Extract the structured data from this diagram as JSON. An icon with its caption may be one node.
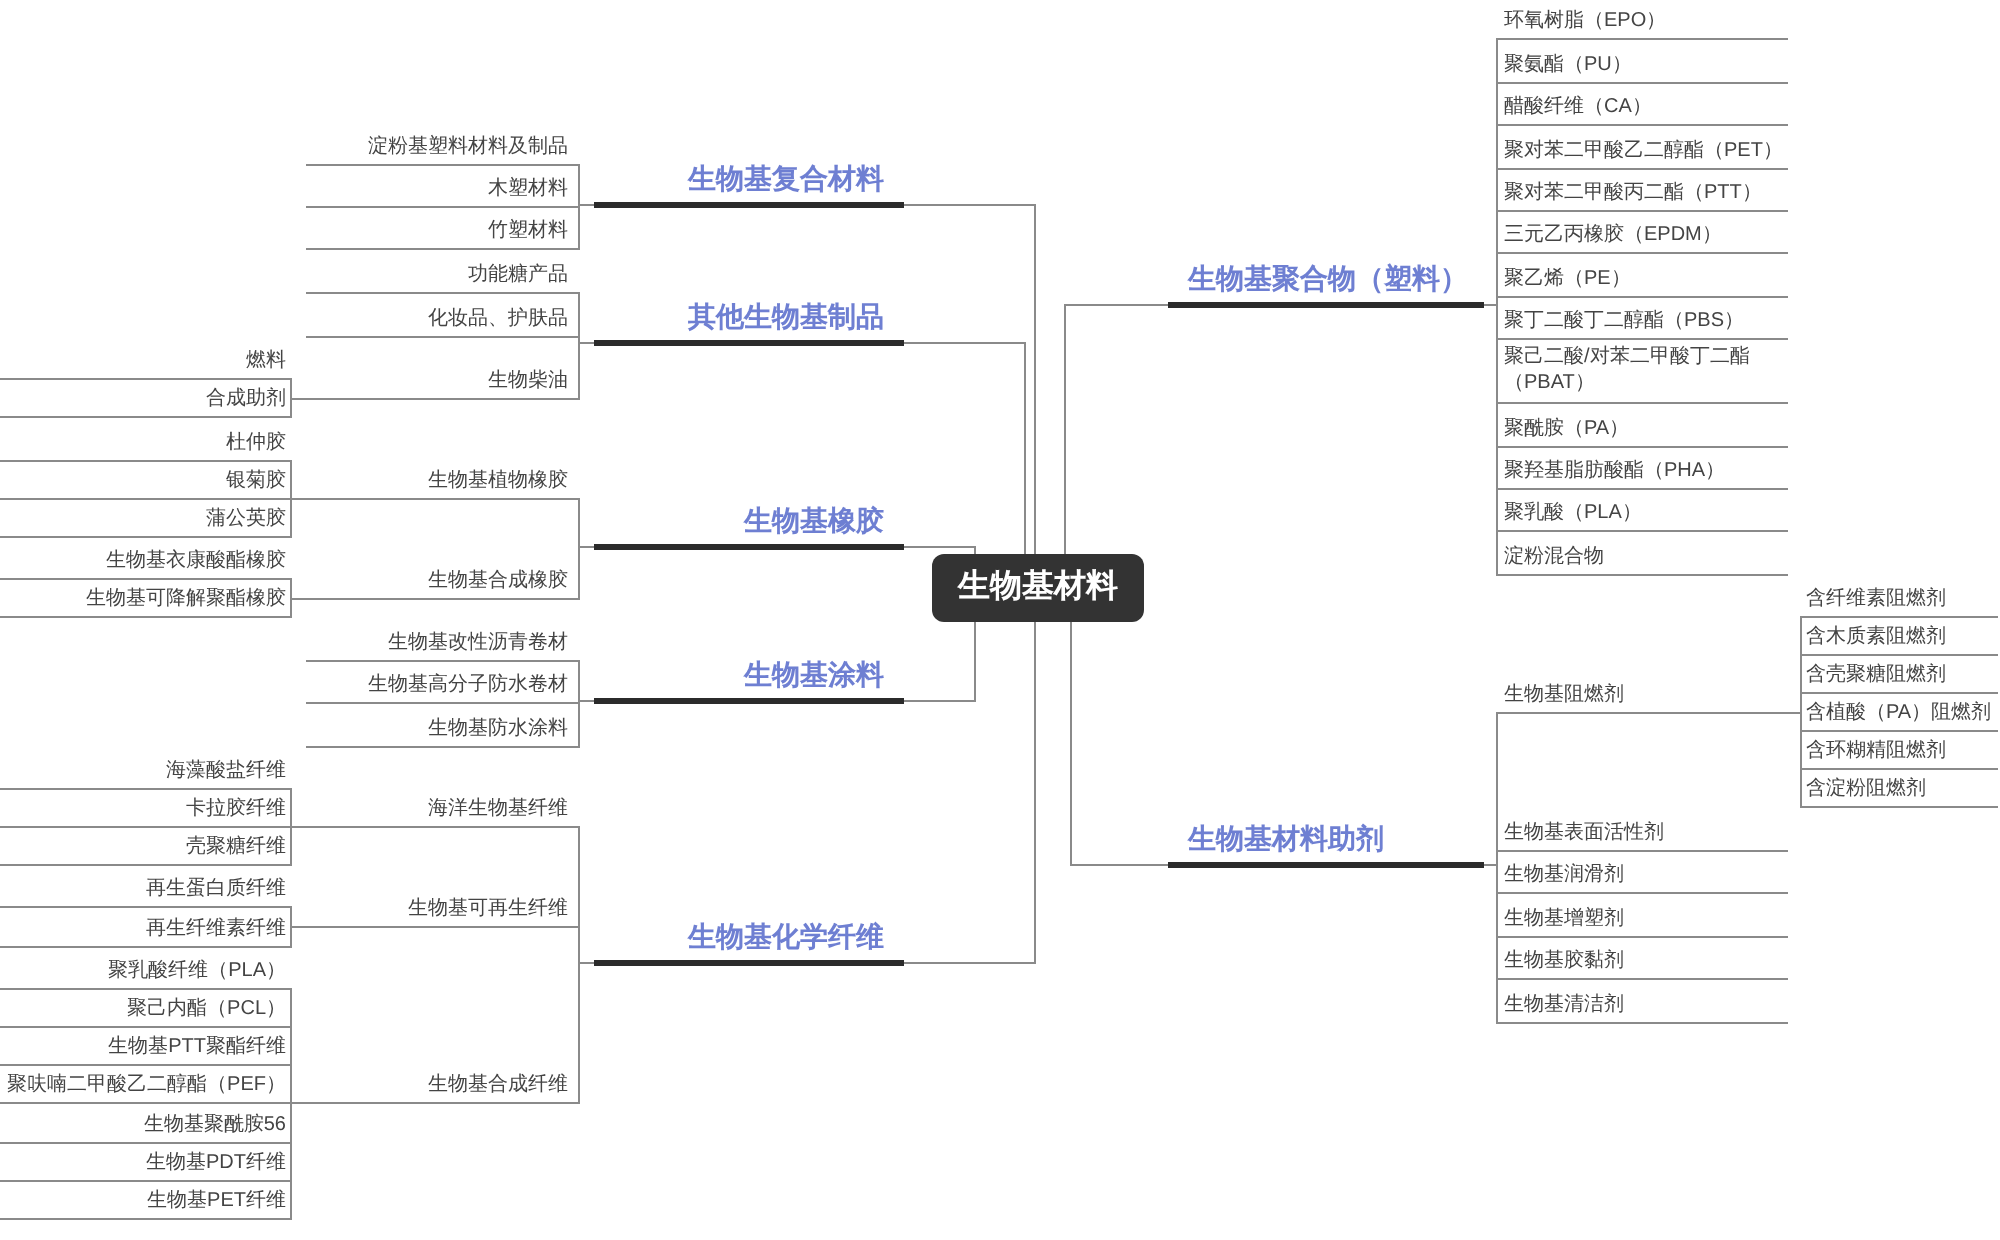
{
  "diagram": {
    "nodes": [
      {
        "text": [
          "生物基材料"
        ]
      },
      {
        "text": [
          "生物基复合材料"
        ]
      },
      {
        "text": [
          "淀粉基塑料材料及制品"
        ]
      },
      {
        "text": [
          "木塑材料"
        ]
      },
      {
        "text": [
          "竹塑材料"
        ]
      },
      {
        "text": [
          "其他生物基制品"
        ]
      },
      {
        "text": [
          "功能糖产品"
        ]
      },
      {
        "text": [
          "化妆品、护肤品"
        ]
      },
      {
        "text": [
          "生物柴油"
        ]
      },
      {
        "text": [
          "燃料"
        ]
      },
      {
        "text": [
          "合成助剂"
        ]
      },
      {
        "text": [
          "生物基橡胶"
        ]
      },
      {
        "text": [
          "生物基植物橡胶"
        ]
      },
      {
        "text": [
          "杜仲胶"
        ]
      },
      {
        "text": [
          "银菊胶"
        ]
      },
      {
        "text": [
          "蒲公英胶"
        ]
      },
      {
        "text": [
          "生物基合成橡胶"
        ]
      },
      {
        "text": [
          "生物基衣康酸酯橡胶"
        ]
      },
      {
        "text": [
          "生物基可降解聚酯橡胶"
        ]
      },
      {
        "text": [
          "生物基涂料"
        ]
      },
      {
        "text": [
          "生物基改性沥青卷材"
        ]
      },
      {
        "text": [
          "生物基高分子防水卷材"
        ]
      },
      {
        "text": [
          "生物基防水涂料"
        ]
      },
      {
        "text": [
          "生物基化学纤维"
        ]
      },
      {
        "text": [
          "海洋生物基纤维"
        ]
      },
      {
        "text": [
          "海藻酸盐纤维"
        ]
      },
      {
        "text": [
          "卡拉胶纤维"
        ]
      },
      {
        "text": [
          "壳聚糖纤维"
        ]
      },
      {
        "text": [
          "生物基可再生纤维"
        ]
      },
      {
        "text": [
          "再生蛋白质纤维"
        ]
      },
      {
        "text": [
          "再生纤维素纤维"
        ]
      },
      {
        "text": [
          "生物基合成纤维"
        ]
      },
      {
        "text": [
          "聚乳酸纤维（PLA）"
        ]
      },
      {
        "text": [
          "聚己内酯（PCL）"
        ]
      },
      {
        "text": [
          "生物基PTT聚酯纤维"
        ]
      },
      {
        "text": [
          "聚呋喃二甲酸乙二醇酯（PEF）"
        ]
      },
      {
        "text": [
          "生物基聚酰胺56"
        ]
      },
      {
        "text": [
          "生物基PDT纤维"
        ]
      },
      {
        "text": [
          "生物基PET纤维"
        ]
      },
      {
        "text": [
          "生物基聚合物（塑料）"
        ]
      },
      {
        "text": [
          "环氧树脂（EPO）"
        ]
      },
      {
        "text": [
          "聚氨酯（PU）"
        ]
      },
      {
        "text": [
          "醋酸纤维（CA）"
        ]
      },
      {
        "text": [
          "聚对苯二甲酸乙二醇酯（PET）"
        ]
      },
      {
        "text": [
          "聚对苯二甲酸丙二酯（PTT）"
        ]
      },
      {
        "text": [
          "三元乙丙橡胶（EPDM）"
        ]
      },
      {
        "text": [
          "聚乙烯（PE）"
        ]
      },
      {
        "text": [
          "聚丁二酸丁二醇酯（PBS）"
        ]
      },
      {
        "text": [
          "聚己二酸/对苯二甲酸丁二酯（PBAT）"
        ]
      },
      {
        "text": [
          "聚酰胺（PA）"
        ]
      },
      {
        "text": [
          "聚羟基脂肪酸酯（PHA）"
        ]
      },
      {
        "text": [
          "聚乳酸（PLA）"
        ]
      },
      {
        "text": [
          "淀粉混合物"
        ]
      },
      {
        "text": [
          "生物基材料助剂"
        ]
      },
      {
        "text": [
          "生物基阻燃剂"
        ]
      },
      {
        "text": [
          "含纤维素阻燃剂"
        ]
      },
      {
        "text": [
          "含木质素阻燃剂"
        ]
      },
      {
        "text": [
          "含壳聚糖阻燃剂"
        ]
      },
      {
        "text": [
          "含植酸（PA）阻燃剂"
        ]
      },
      {
        "text": [
          "含环糊精阻燃剂"
        ]
      },
      {
        "text": [
          "含淀粉阻燃剂"
        ]
      },
      {
        "text": [
          "生物基表面活性剂"
        ]
      },
      {
        "text": [
          "生物基润滑剂"
        ]
      },
      {
        "text": [
          "生物基增塑剂"
        ]
      },
      {
        "text": [
          "生物基胶黏剂"
        ]
      },
      {
        "text": [
          "生物基清洁剂"
        ]
      }
    ],
    "edges": [
      {
        "from": 0,
        "to": 1,
        "arrow": "none"
      },
      {
        "from": 1,
        "to": 2,
        "arrow": "none"
      },
      {
        "from": 1,
        "to": 3,
        "arrow": "none"
      },
      {
        "from": 1,
        "to": 4,
        "arrow": "none"
      },
      {
        "from": 0,
        "to": 5,
        "arrow": "none"
      },
      {
        "from": 5,
        "to": 6,
        "arrow": "none"
      },
      {
        "from": 5,
        "to": 7,
        "arrow": "none"
      },
      {
        "from": 5,
        "to": 8,
        "arrow": "none"
      },
      {
        "from": 8,
        "to": 9,
        "arrow": "none"
      },
      {
        "from": 8,
        "to": 10,
        "arrow": "none"
      },
      {
        "from": 0,
        "to": 11,
        "arrow": "none"
      },
      {
        "from": 11,
        "to": 12,
        "arrow": "none"
      },
      {
        "from": 12,
        "to": 13,
        "arrow": "none"
      },
      {
        "from": 12,
        "to": 14,
        "arrow": "none"
      },
      {
        "from": 12,
        "to": 15,
        "arrow": "none"
      },
      {
        "from": 11,
        "to": 16,
        "arrow": "none"
      },
      {
        "from": 16,
        "to": 17,
        "arrow": "none"
      },
      {
        "from": 16,
        "to": 18,
        "arrow": "none"
      },
      {
        "from": 0,
        "to": 19,
        "arrow": "none"
      },
      {
        "from": 19,
        "to": 20,
        "arrow": "none"
      },
      {
        "from": 19,
        "to": 21,
        "arrow": "none"
      },
      {
        "from": 19,
        "to": 22,
        "arrow": "none"
      },
      {
        "from": 0,
        "to": 23,
        "arrow": "none"
      },
      {
        "from": 23,
        "to": 24,
        "arrow": "none"
      },
      {
        "from": 24,
        "to": 25,
        "arrow": "none"
      },
      {
        "from": 24,
        "to": 26,
        "arrow": "none"
      },
      {
        "from": 24,
        "to": 27,
        "arrow": "none"
      },
      {
        "from": 23,
        "to": 28,
        "arrow": "none"
      },
      {
        "from": 28,
        "to": 29,
        "arrow": "none"
      },
      {
        "from": 28,
        "to": 30,
        "arrow": "none"
      },
      {
        "from": 23,
        "to": 31,
        "arrow": "none"
      },
      {
        "from": 31,
        "to": 32,
        "arrow": "none"
      },
      {
        "from": 31,
        "to": 33,
        "arrow": "none"
      },
      {
        "from": 31,
        "to": 34,
        "arrow": "none"
      },
      {
        "from": 31,
        "to": 35,
        "arrow": "none"
      },
      {
        "from": 31,
        "to": 36,
        "arrow": "none"
      },
      {
        "from": 31,
        "to": 37,
        "arrow": "none"
      },
      {
        "from": 31,
        "to": 38,
        "arrow": "none"
      },
      {
        "from": 0,
        "to": 39,
        "arrow": "none"
      },
      {
        "from": 39,
        "to": 40,
        "arrow": "none"
      },
      {
        "from": 39,
        "to": 41,
        "arrow": "none"
      },
      {
        "from": 39,
        "to": 42,
        "arrow": "none"
      },
      {
        "from": 39,
        "to": 43,
        "arrow": "none"
      },
      {
        "from": 39,
        "to": 44,
        "arrow": "none"
      },
      {
        "from": 39,
        "to": 45,
        "arrow": "none"
      },
      {
        "from": 39,
        "to": 46,
        "arrow": "none"
      },
      {
        "from": 39,
        "to": 47,
        "arrow": "none"
      },
      {
        "from": 39,
        "to": 48,
        "arrow": "none"
      },
      {
        "from": 39,
        "to": 49,
        "arrow": "none"
      },
      {
        "from": 39,
        "to": 50,
        "arrow": "none"
      },
      {
        "from": 39,
        "to": 51,
        "arrow": "none"
      },
      {
        "from": 39,
        "to": 52,
        "arrow": "none"
      },
      {
        "from": 0,
        "to": 53,
        "arrow": "none"
      },
      {
        "from": 53,
        "to": 54,
        "arrow": "none"
      },
      {
        "from": 54,
        "to": 55,
        "arrow": "none"
      },
      {
        "from": 54,
        "to": 56,
        "arrow": "none"
      },
      {
        "from": 54,
        "to": 57,
        "arrow": "none"
      },
      {
        "from": 54,
        "to": 58,
        "arrow": "none"
      },
      {
        "from": 54,
        "to": 59,
        "arrow": "none"
      },
      {
        "from": 54,
        "to": 60,
        "arrow": "none"
      },
      {
        "from": 53,
        "to": 61,
        "arrow": "none"
      },
      {
        "from": 53,
        "to": 62,
        "arrow": "none"
      },
      {
        "from": 53,
        "to": 63,
        "arrow": "none"
      },
      {
        "from": 53,
        "to": 64,
        "arrow": "none"
      },
      {
        "from": 53,
        "to": 65,
        "arrow": "none"
      }
    ]
  }
}
